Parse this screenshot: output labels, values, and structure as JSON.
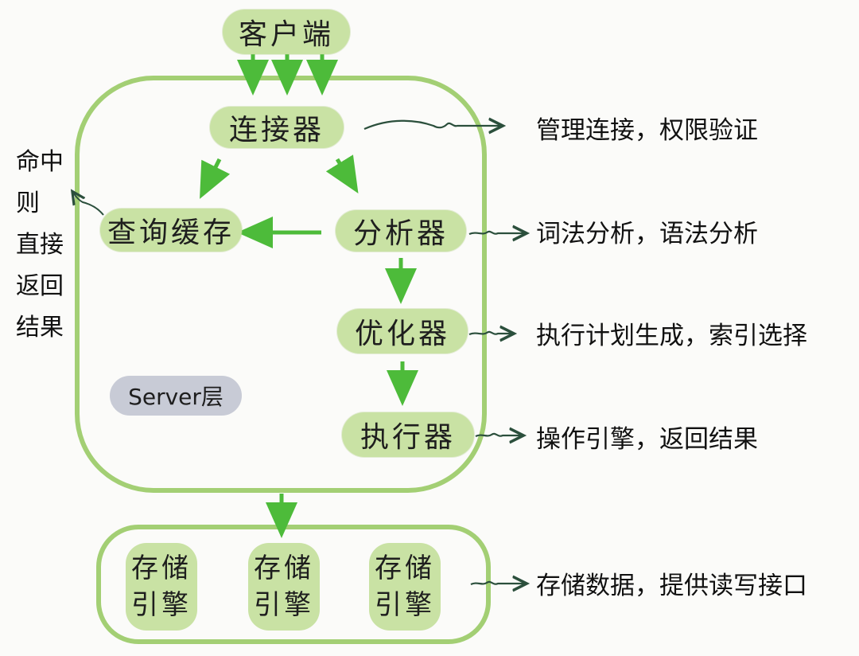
{
  "colors": {
    "box_fill": "#c9e2a4",
    "outline": "#a3cf74",
    "arrow_green": "#4dbb3a",
    "note_arrow": "#2b4f3c",
    "server_label_fill": "#c8cbd6"
  },
  "nodes": {
    "client": "客户端",
    "connector": "连接器",
    "query_cache": "查询缓存",
    "analyzer": "分析器",
    "optimizer": "优化器",
    "executor": "执行器",
    "server_layer": "Server层",
    "storage_engine_1": [
      "存储",
      "引擎"
    ],
    "storage_engine_2": [
      "存储",
      "引擎"
    ],
    "storage_engine_3": [
      "存储",
      "引擎"
    ]
  },
  "annotations": {
    "connector": "管理连接，权限验证",
    "analyzer": "词法分析，语法分析",
    "optimizer": "执行计划生成，索引选择",
    "executor": "操作引擎，返回结果",
    "storage": "存储数据，提供读写接口",
    "cache_hit": [
      "命中",
      "则",
      "直接",
      "返回",
      "结果"
    ]
  }
}
